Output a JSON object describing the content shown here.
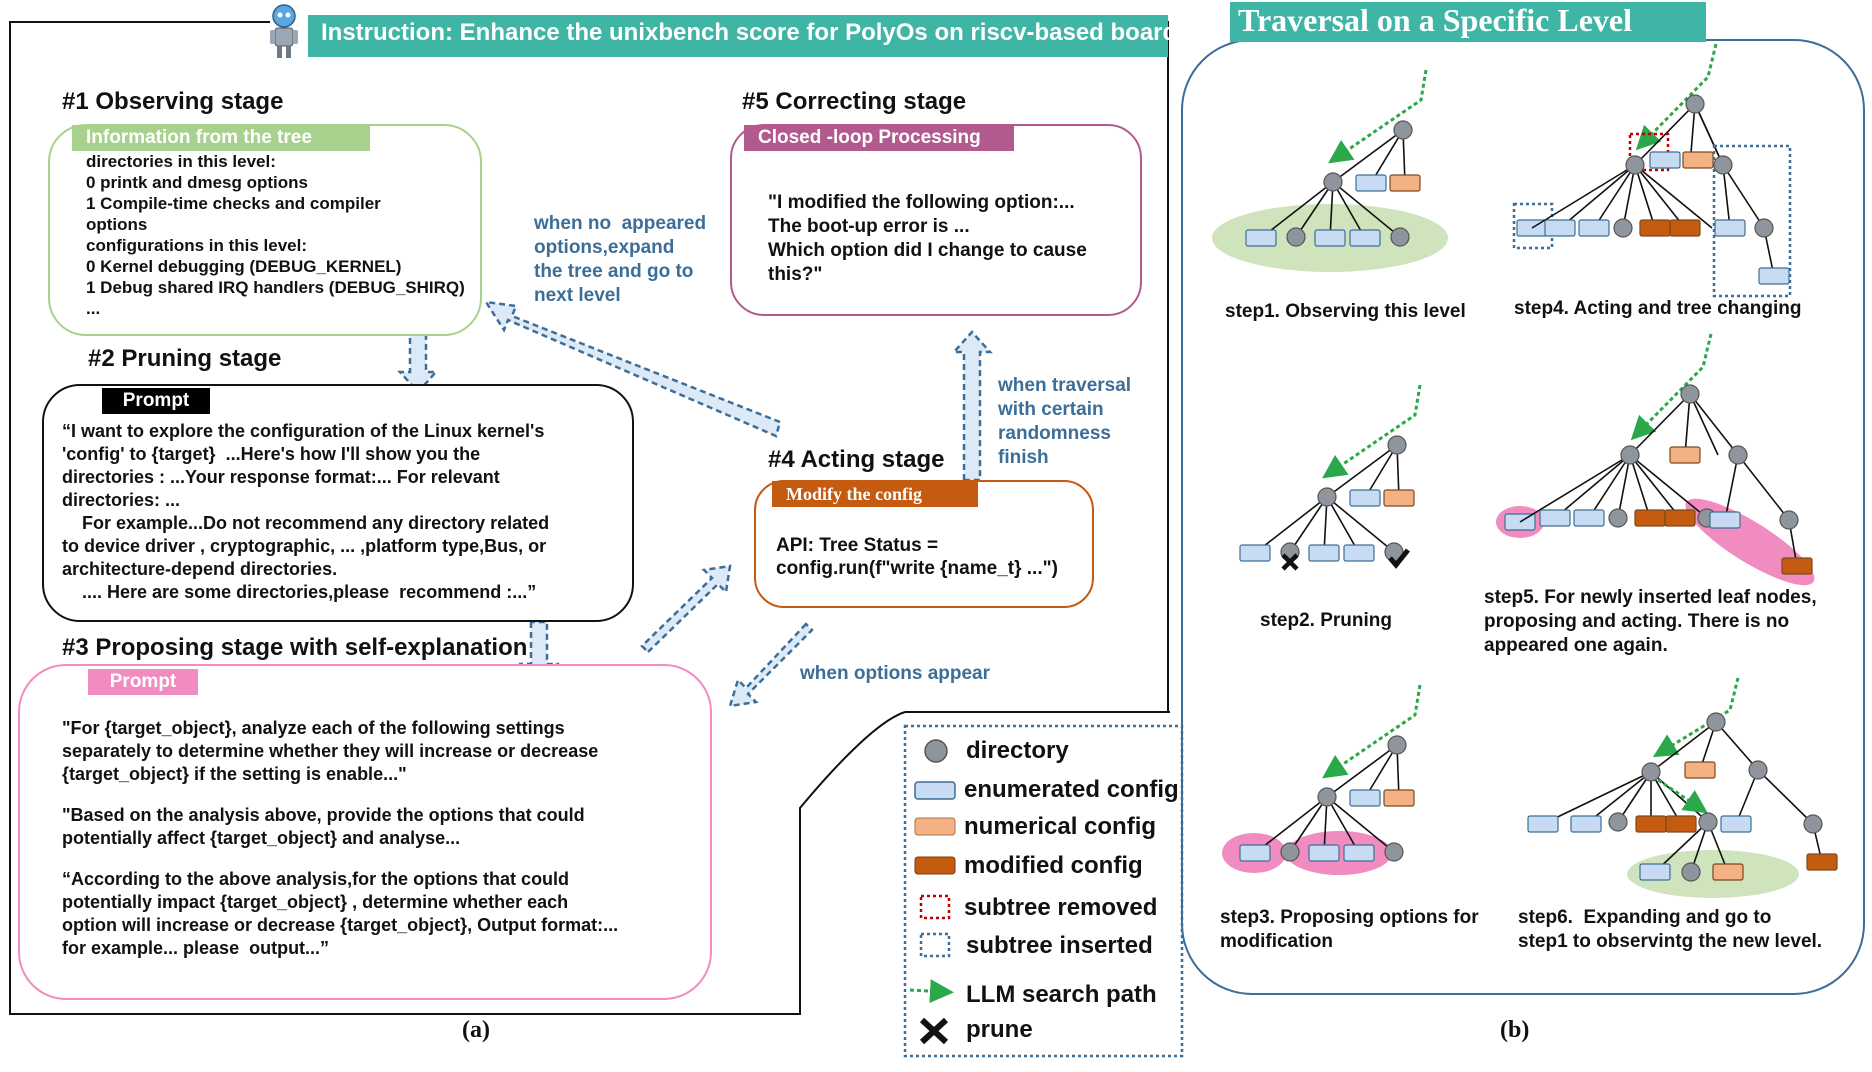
{
  "instruction": "Instruction: Enhance the  unixbench score for PolyOs on riscv-based board",
  "colors": {
    "teal": "#3fb5a5",
    "green_tag": "#a9d18e",
    "pink_tag": "#f08cc0",
    "purple_tag": "#b25a8e",
    "orange_tag": "#c55a11",
    "note_blue": "#3c6e98",
    "enum_fill": "#c7dbf2",
    "num_fill": "#f4b183",
    "mod_fill": "#c55a11",
    "dir_fill": "#8f959c",
    "path_green": "#2aa84a"
  },
  "panel_a": {
    "caption": "(a)",
    "observe": {
      "title": "#1 Observing stage",
      "tag": "Information  from the tree",
      "lines": [
        "directories in this level:",
        "0 printk and dmesg options",
        "1 Compile-time checks and compiler",
        "options",
        "configurations in this level:",
        "0 Kernel debugging (DEBUG_KERNEL)",
        "1 Debug shared IRQ handlers (DEBUG_SHIRQ)",
        "..."
      ]
    },
    "prune": {
      "title": "#2 Pruning stage",
      "tag": "Prompt",
      "lines": [
        "“I want to explore the configuration of the Linux kernel's",
        "'config' to {target}  ...Here's how I'll show you the",
        "directories : ...Your response format:... For relevant",
        "directories: ...",
        "    For example...Do not recommend any directory related",
        "to device driver , cryptographic, ... ,platform type,Bus, or",
        "architecture-depend directories.",
        "    .... Here are some directories,please  recommend :...”"
      ]
    },
    "propose": {
      "title": "#3 Proposing stage with self-explanation",
      "tag": "Prompt",
      "lines": [
        "\"For {target_object}, analyze each of the following settings",
        "separately to determine whether they will increase or decrease",
        "{target_object} if the setting is enable...\"",
        "",
        "\"Based on the analysis above, provide the options that could",
        "potentially affect {target_object} and analyse...",
        "",
        "“According to the above analysis,for the options that could",
        "potentially impact {target_object} , determine whether each",
        "option will increase or decrease {target_object}, Output format:...",
        "for example... please  output...”"
      ]
    },
    "act": {
      "title": "#4 Acting  stage",
      "tag": "Modify the config",
      "lines": [
        "API: Tree Status =",
        "config.run(f\"write {name_t} ...\")"
      ]
    },
    "correct": {
      "title": "#5 Correcting  stage",
      "tag": "Closed -loop Processing",
      "lines": [
        "\"I modified the following option:...",
        "The boot-up error is ...",
        "Which option did I change to cause",
        "this?\""
      ]
    },
    "notes": {
      "expand": [
        "when no  appeared",
        "options,expand",
        "the tree and go to",
        "next level"
      ],
      "traversal": [
        "when traversal",
        "with certain",
        "randomness",
        "finish"
      ],
      "options_appear": "when options appear"
    }
  },
  "legend": {
    "items": [
      "directory",
      "enumerated config",
      "numerical config",
      "modified config",
      "subtree removed",
      "subtree inserted",
      "LLM search path",
      "prune"
    ]
  },
  "panel_b": {
    "title": "Traversal on a Specific Level",
    "caption": "(b)",
    "steps": [
      [
        "step1. Observing this level"
      ],
      [
        "step2. Pruning"
      ],
      [
        "step3. Proposing options for",
        "modification"
      ],
      [
        "step4. Acting and tree changing"
      ],
      [
        "step5. For newly inserted leaf nodes,",
        "proposing and acting. There is no",
        "appeared one again."
      ],
      [
        "step6.  Expanding and go to",
        "step1 to observintg the new level."
      ]
    ]
  }
}
